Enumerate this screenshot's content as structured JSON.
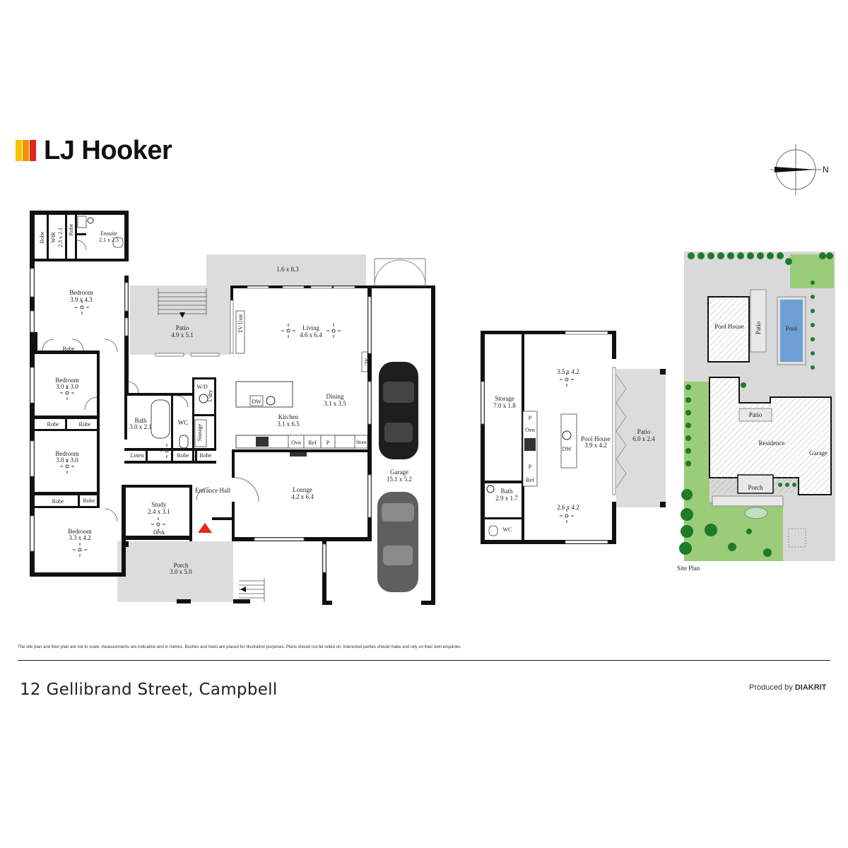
{
  "brand": {
    "name": "LJ Hooker",
    "colors": [
      "#f5c400",
      "#f39200",
      "#e4261c"
    ]
  },
  "compass": {
    "north": "N"
  },
  "main_house": {
    "wir": {
      "name": "WIR",
      "size": "2.3 x 2.1"
    },
    "robe_wir": "Robe",
    "robe_ensuite": "Robe",
    "ensuite": {
      "name": "Ensuite",
      "size": "2.1 x 2.3"
    },
    "bedroom1": {
      "name": "Bedroom",
      "size": "3.9 x 4.3"
    },
    "robe_bed1": "Robe",
    "deck": {
      "size": "1.6 x 8.3"
    },
    "patio": {
      "name": "Patio",
      "size": "4.9 x 5.1"
    },
    "tv_unit": "TV Unit",
    "living": {
      "name": "Living",
      "size": "4.6 x 6.4"
    },
    "ac": "AC",
    "bedroom2": {
      "name": "Bedroom",
      "size": "3.0 x 3.0"
    },
    "robe_bed2a": "Robe",
    "robe_bed2b": "Robe",
    "bath": {
      "name": "Bath",
      "size": "3.0 x 2.1"
    },
    "wc": "WC",
    "wd": "W/D",
    "ldry": "L'dry",
    "storage": "Storage",
    "dw": "DW",
    "kitchen": {
      "name": "Kitchen",
      "size": "3.1 x 6.5"
    },
    "dining": {
      "name": "Dining",
      "size": "3.1 x 3.5"
    },
    "ovn": "Ovn",
    "ref": "Ref",
    "p": "P",
    "store": "Store",
    "linen": "Linen",
    "robe_hall1": "Robe",
    "robe_hall2": "Robe",
    "bedroom3": {
      "name": "Bedroom",
      "size": "3.0 x 3.0"
    },
    "robe_bed3a": "Robe",
    "robe_bed3b": "Robe",
    "bedroom4": {
      "name": "Bedroom",
      "size": "3.3 x 4.2"
    },
    "study": {
      "name": "Study",
      "size": "2.4 x 3.1"
    },
    "desk": "Desk",
    "entrance": "Entrance Hall",
    "lounge": {
      "name": "Lounge",
      "size": "4.2 x 6.4"
    },
    "garage": {
      "name": "Garage",
      "size": "15.1 x 5.2"
    },
    "porch": {
      "name": "Porch",
      "size": "3.0 x 5.0"
    }
  },
  "pool_house": {
    "storage": {
      "name": "Storage",
      "size": "7.0 x 1.8"
    },
    "room_top": "3.5 x 4.2",
    "pool_house": {
      "name": "Pool House",
      "size": "3.9 x 4.2"
    },
    "room_bottom": "2.6 x 4.2",
    "p1": "P",
    "ovn": "Ovn",
    "p2": "P",
    "ref": "Ref",
    "dw": "DW",
    "bath": {
      "name": "Bath",
      "size": "2.9 x 1.7"
    },
    "wc": "WC",
    "patio": {
      "name": "Patio",
      "size": "6.0 x 2.4"
    }
  },
  "site_plan": {
    "title": "Site Plan",
    "pool_house": "Pool House",
    "patio1": "Patio",
    "pool": "Pool",
    "patio2": "Patio",
    "residence": "Residence",
    "garage": "Garage",
    "porch": "Porch"
  },
  "footer": {
    "disclaimer": "The site plan and floor plan are not to scale; measurements are indicative and in metres. Bushes and trees are placed for illustration purposes. Plans should not be relied on. Interested parties should make and rely on their own enquiries.",
    "address": "12 Gellibrand Street, Campbell",
    "produced_by": "Produced by",
    "producer": "DIAKRIT"
  }
}
